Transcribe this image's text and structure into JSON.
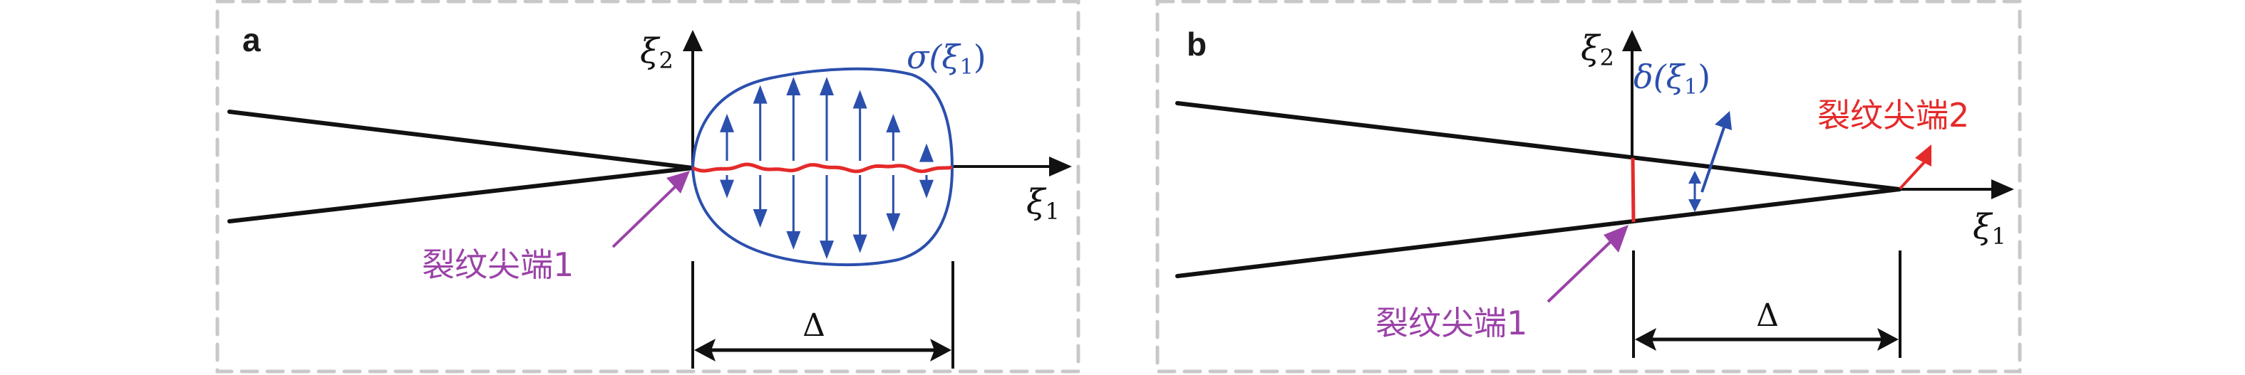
{
  "figure": {
    "colors": {
      "frame": "#c8c8c8",
      "crack": "#111111",
      "axis": "#111111",
      "stress": "#2b4fad",
      "process_zone": "#e52a2a",
      "tip1_label": "#9b42a8",
      "tip2_label": "#e52a2a",
      "opening": "#2b4fad"
    },
    "panels": [
      {
        "id": "a",
        "label": "a",
        "axis_x_label": "ξ",
        "axis_x_sub": "1",
        "axis_y_label": "ξ",
        "axis_y_sub": "2",
        "stress_label": "σ(ξ",
        "stress_label_sub": "1",
        "stress_label_close": ")",
        "stress_arrow_count": 7,
        "tip_label": "裂纹尖端1",
        "dimension_label": "Δ"
      },
      {
        "id": "b",
        "label": "b",
        "axis_x_label": "ξ",
        "axis_x_sub": "1",
        "axis_y_label": "ξ",
        "axis_y_sub": "2",
        "opening_label": "δ(ξ",
        "opening_label_sub": "1",
        "opening_label_close": ")",
        "tip1_label": "裂纹尖端1",
        "tip2_label": "裂纹尖端2",
        "dimension_label": "Δ"
      }
    ]
  }
}
